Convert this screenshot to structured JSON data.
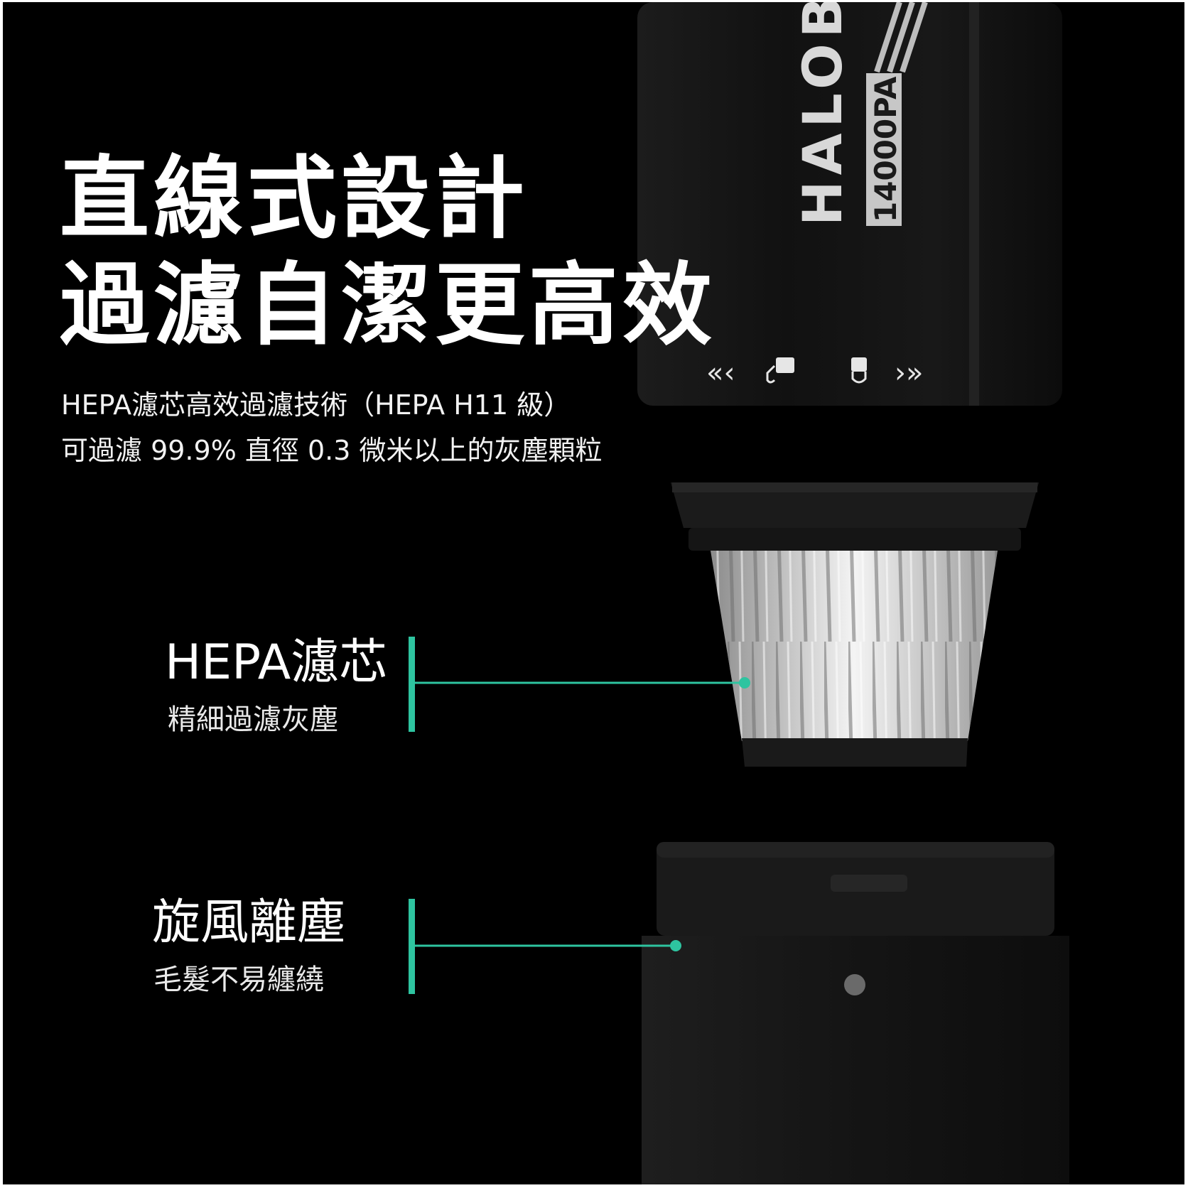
{
  "colors": {
    "background": "#000000",
    "accent": "#2ec4a0",
    "body_dark": "#151515",
    "text": "#ffffff"
  },
  "headline": {
    "line1": "直線式設計",
    "line2": "過濾自潔更高效"
  },
  "subtitle": {
    "line1": "HEPA濾芯高效過濾技術（HEPA H11 級）",
    "line2": "可過濾 99.9% 直徑 0.3 微米以上的灰塵顆粒"
  },
  "product": {
    "brand_mark": "HALOBI",
    "power_label": "14000PA",
    "mode_icons": [
      "chevron-left-icon",
      "brush-nozzle-icon",
      "crevice-nozzle-icon",
      "chevron-right-icon"
    ]
  },
  "callouts": [
    {
      "title": "HEPA濾芯",
      "desc": "精細過濾灰塵"
    },
    {
      "title": "旋風離塵",
      "desc": "毛髮不易纏繞"
    }
  ]
}
